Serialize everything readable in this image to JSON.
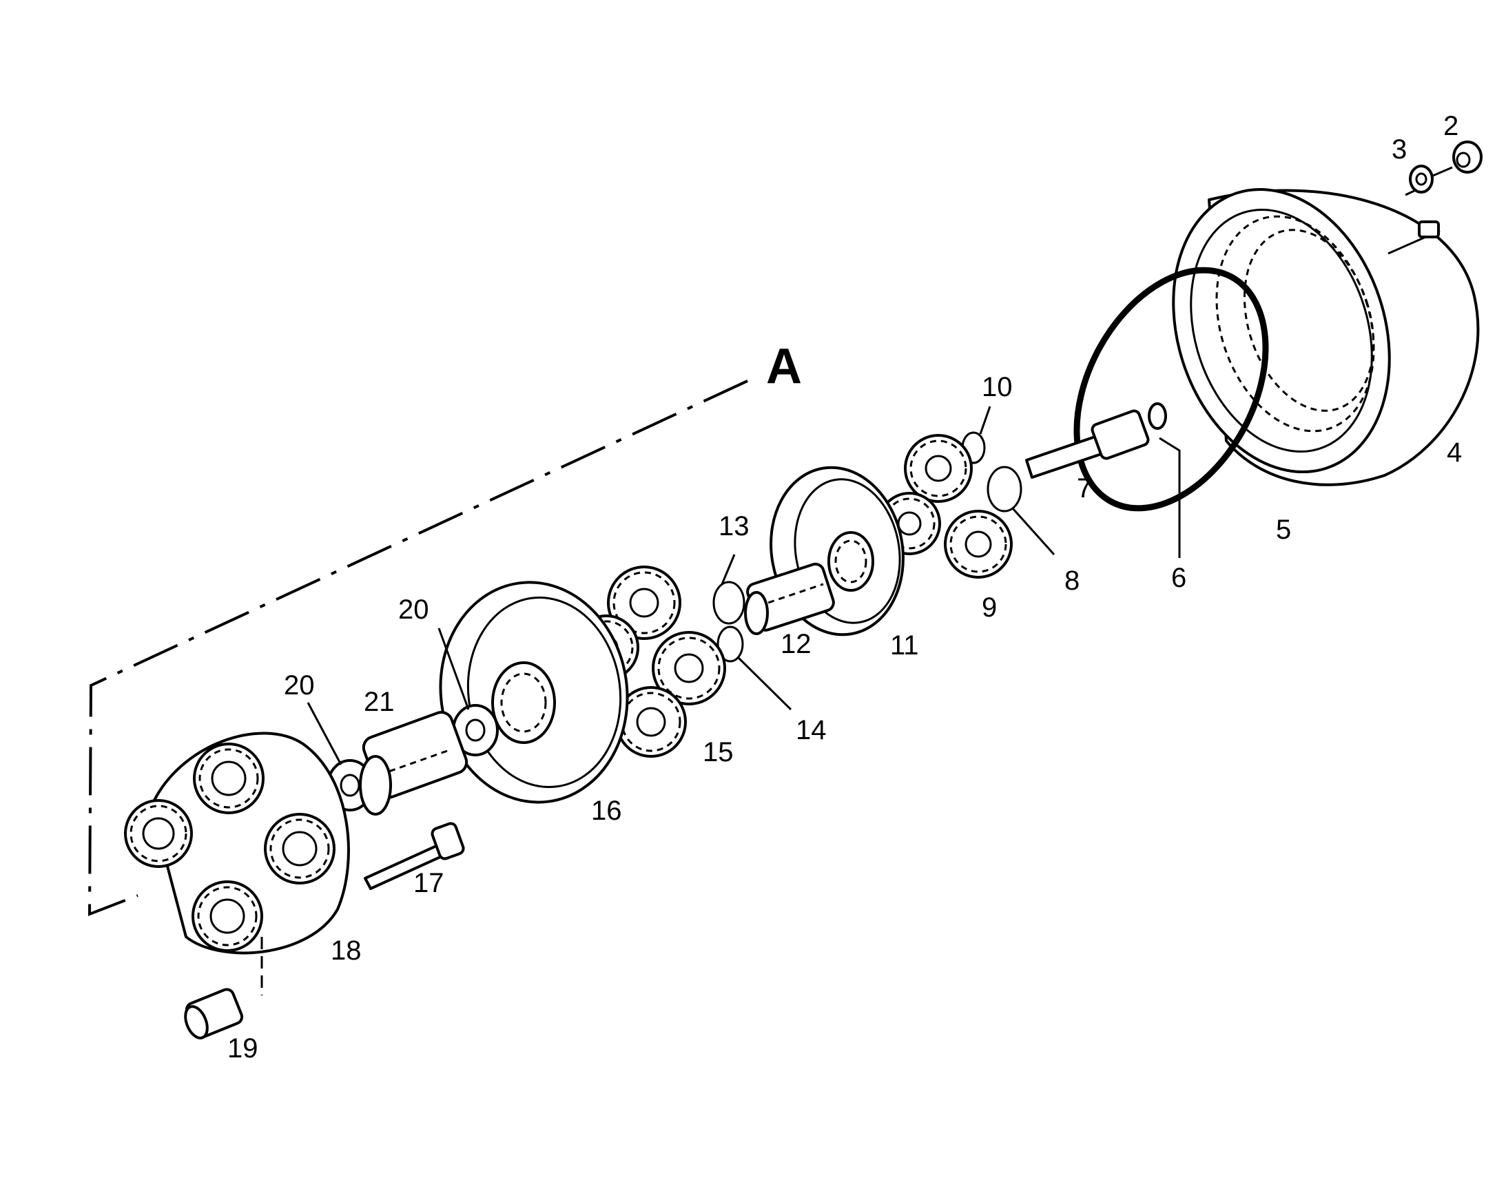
{
  "view_label": "A",
  "callouts": {
    "c2": "2",
    "c3": "3",
    "c4": "4",
    "c5": "5",
    "c6": "6",
    "c7": "7",
    "c8": "8",
    "c9": "9",
    "c10": "10",
    "c11": "11",
    "c12": "12",
    "c13": "13",
    "c14": "14",
    "c15": "15",
    "c16": "16",
    "c17": "17",
    "c18": "18",
    "c19": "19",
    "c20a": "20",
    "c20b": "20",
    "c21": "21"
  }
}
